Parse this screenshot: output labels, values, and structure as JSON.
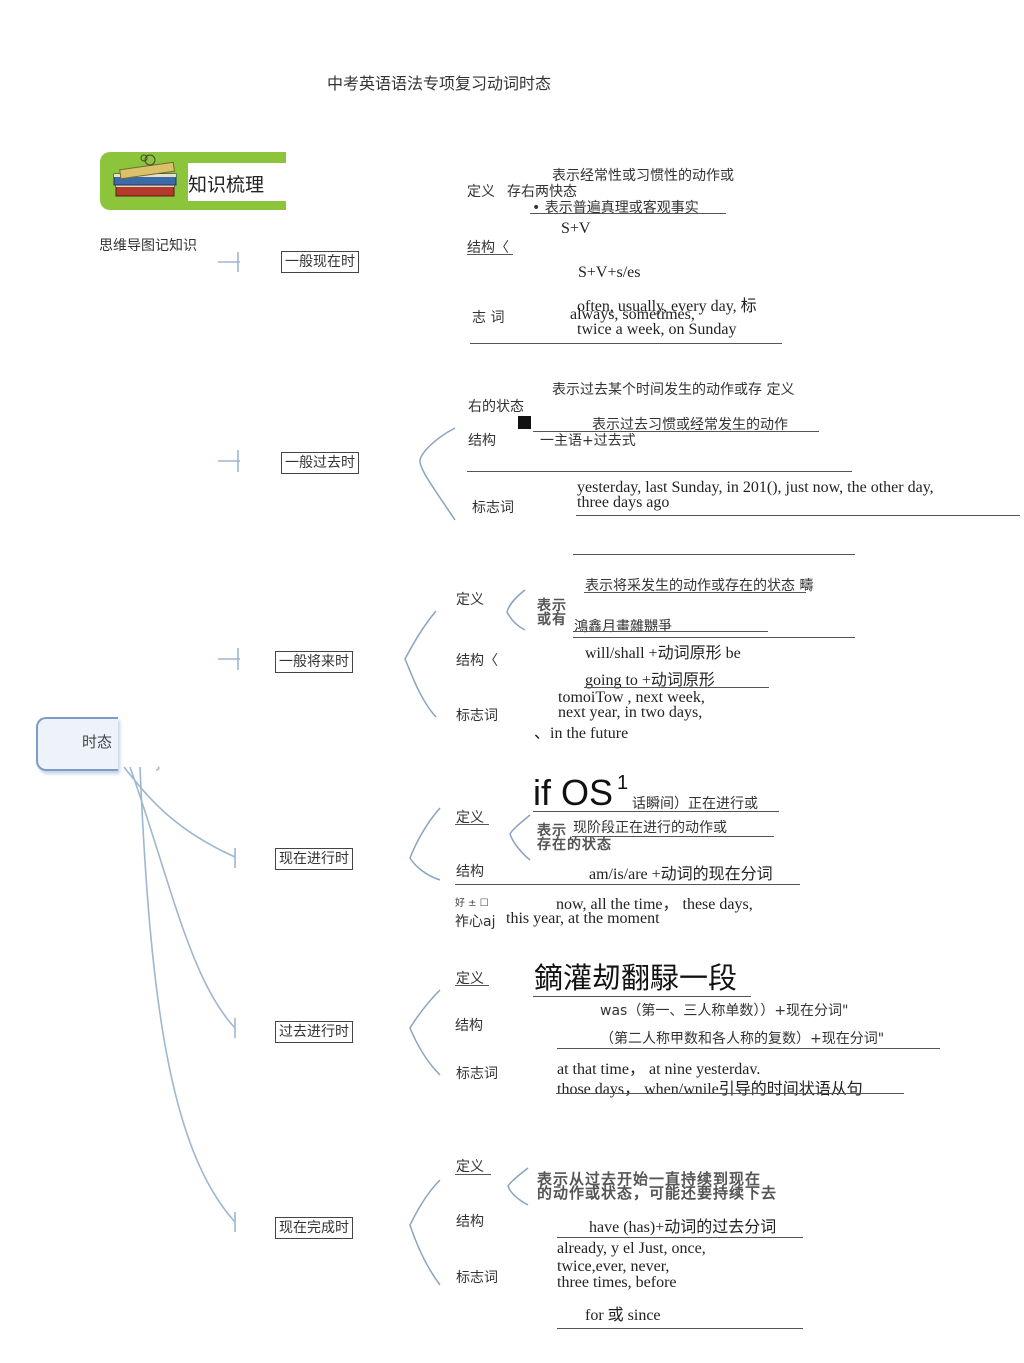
{
  "title": "中考英语语法专项复习动词时态",
  "banner": {
    "label": "知识梳理",
    "icon": "books-icon"
  },
  "subtitle": "思维导图记知识",
  "center": "时态",
  "tenses": {
    "simple_present": {
      "name": "一般现在时",
      "def_label": "定义",
      "def_line1": "表示经常性或习惯性的动作或",
      "def_line2": "存右两快态",
      "def_line3": "• 表示普遍真理或客观事实",
      "struct_label": "结构〈",
      "struct_1": "S+V",
      "struct_2": "S+V+s/es",
      "signal_label": "志 词",
      "signal_1": "often, usually, every  day, 标",
      "signal_2": "always,  sometimes,",
      "signal_3": "twice  a  week,  on  Sunday"
    },
    "simple_past": {
      "name": "一般过去时",
      "def_line1": "表示过去某个时间发生的动作或存  定义",
      "def_line2": "右的状态",
      "def_line3": "表示过去习惯或经常发生的动作",
      "struct_label": "结构",
      "struct_1": "一主语+过去式",
      "signal_label": "标志词",
      "signal_1": "yesterday,  last  Sunday,  in  201(),   just now, the other day,",
      "signal_2": "three  days  ago"
    },
    "simple_future": {
      "name": "一般将来时",
      "def_label": "定义",
      "def_hand_1": "表示",
      "def_hand_2": "或有",
      "def_line1": "表示将采发生的动作或存在的状态  疇",
      "def_line2": "鴻鑫月畫雜嬲爭",
      "struct_label": "结构〈",
      "struct_1": "will/shall +动词原形  be",
      "struct_2": "going to +动词原形",
      "signal_label": "标志词",
      "signal_1": "tomoiTow , next week,",
      "signal_2": "next year,  in two days,",
      "signal_3": "、in the future"
    },
    "present_continuous": {
      "name": "现在进行时",
      "def_label": "定义",
      "def_big": "if OS",
      "def_sup": "1",
      "def_line1": "话瞬间）正在进行或",
      "def_hand_1": "表示",
      "def_line2": "现阶段正在进行的动作或",
      "def_hand_2": "存在的状态",
      "struct_label": "结构",
      "struct_1": "am/is/are +动词的现在分词",
      "signal_label_1": "好 ± ☐",
      "signal_label_2": "祚心aj",
      "signal_1": "now, all the time，  these days,",
      "signal_2": "this year,  at the moment"
    },
    "past_continuous": {
      "name": "过去进行时",
      "def_label": "定义",
      "def_big": "鏑灌刼翻騄一段",
      "struct_label": "结构",
      "struct_1": "was（第一、三人称单数））+现在分词\"",
      "struct_2": "（第二人称甲数和各人称的复数）+现在分词\"",
      "signal_label": "标志词",
      "signal_1": "at that time，  at nine yesterdav.",
      "signal_2": "those days，  when/wnile引导的时间状语从句"
    },
    "present_perfect": {
      "name": "现在完成时",
      "def_label": "定义",
      "def_hand_1": "表示从过去开始一直持续到现在",
      "def_hand_2": "的动作或状态，可能还要持续下去",
      "struct_label": "结构",
      "struct_1": "have (has)+动词的过去分词",
      "signal_label": "标志词",
      "signal_1": "already, y el Just, once,",
      "signal_2": "twice,ever,  never,",
      "signal_3": "three times,  before",
      "signal_4": "for 或  since"
    }
  }
}
